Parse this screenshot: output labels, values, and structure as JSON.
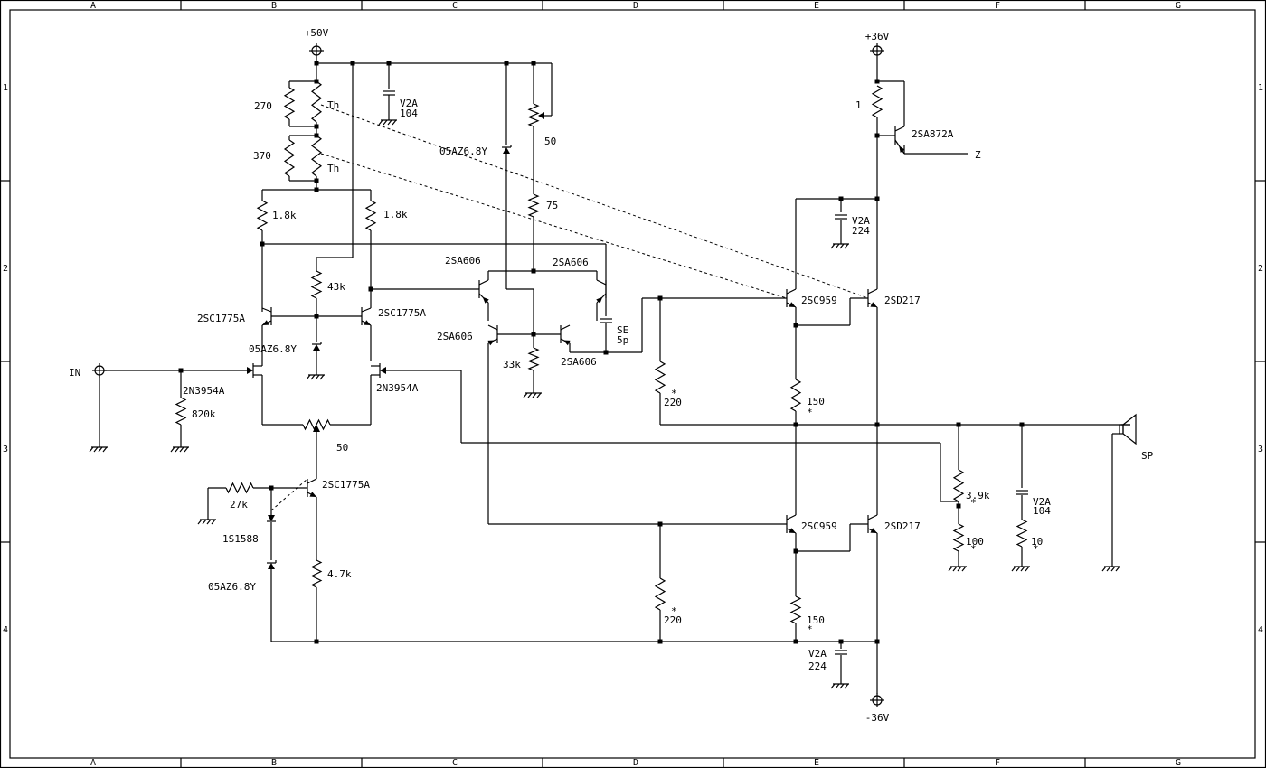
{
  "frame": {
    "cols": [
      "A",
      "B",
      "C",
      "D",
      "E",
      "F",
      "G"
    ],
    "rows": [
      "1",
      "2",
      "3",
      "4"
    ]
  },
  "rails": {
    "pos50": "+50V",
    "pos36": "+36V",
    "neg36": "-36V"
  },
  "ports": {
    "input": "IN",
    "speaker": "SP",
    "z": "Z"
  },
  "components": {
    "r270": "270",
    "r370": "370",
    "th1": "Th",
    "th2": "Th",
    "c_v2a_1": "V2A",
    "c_104_1": "104",
    "zener_top": "05AZ6.8Y",
    "r50_top": "50",
    "r75": "75",
    "r18k_left": "1.8k",
    "r18k_right": "1.8k",
    "q_2sa606_1": "2SA606",
    "q_2sa606_2": "2SA606",
    "q_2sa606_3": "2SA606",
    "q_2sa606_4": "2SA606",
    "r43k": "43k",
    "q_2sc1775a_1": "2SC1775A",
    "q_2sc1775a_2": "2SC1775A",
    "zener_mid": "05AZ6.8Y",
    "c_se": "SE",
    "c_5p": "5p",
    "r33k": "33k",
    "q_2n3954a_1": "2N3954A",
    "q_2n3954a_2": "2N3954A",
    "r820k": "820k",
    "r50_mid": "50",
    "q_2sc1775a_3": "2SC1775A",
    "r27k": "27k",
    "d_1s1588": "1S1588",
    "zener_bot": "05AZ6.8Y",
    "r4_7k": "4.7k",
    "r220_1": "220",
    "r220_2": "220",
    "r1": "1",
    "q_2sa872a": "2SA872A",
    "c_v2a_2": "V2A",
    "c_224_1": "224",
    "q_2sc959_1": "2SC959",
    "q_2sd217_1": "2SD217",
    "r150_1": "150",
    "q_2sc959_2": "2SC959",
    "q_2sd217_2": "2SD217",
    "r150_2": "150",
    "c_v2a_3": "V2A",
    "c_224_2": "224",
    "r3_9k": "3.9k",
    "r100": "100",
    "c_v2a_4": "V2A",
    "c_104_2": "104",
    "r10": "10",
    "star": "*"
  }
}
